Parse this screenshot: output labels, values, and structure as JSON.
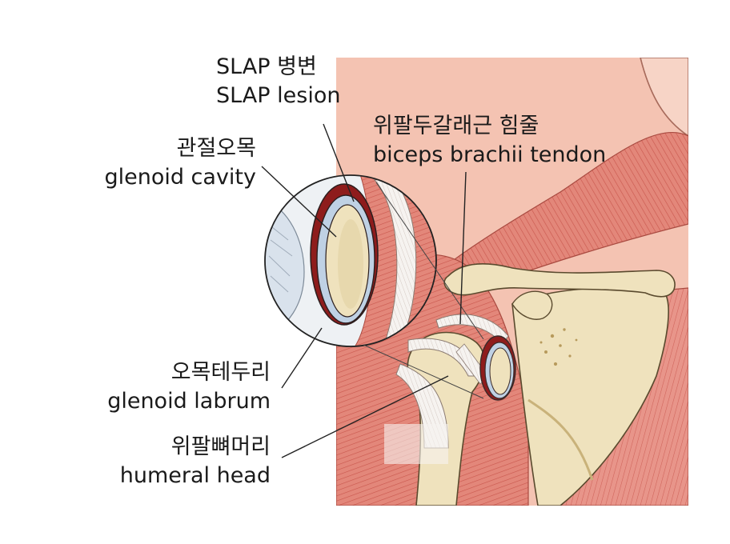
{
  "labels": {
    "slap": {
      "ko": "SLAP 병변",
      "en": "SLAP lesion"
    },
    "glenoid_cavity": {
      "ko": "관절오목",
      "en": "glenoid cavity"
    },
    "biceps_tendon": {
      "ko": "위팔두갈래근 힘줄",
      "en": "biceps brachii tendon"
    },
    "glenoid_labrum": {
      "ko": "오목테두리",
      "en": "glenoid labrum"
    },
    "humeral_head": {
      "ko": "위팔뼈머리",
      "en": "humeral head"
    }
  },
  "colors": {
    "skin": "#f4c3b2",
    "muscle": "#e3877a",
    "muscle_dark": "#c9564c",
    "bone": "#efe2bd",
    "bone_shade": "#d9c897",
    "cartilage": "#bfd1e4",
    "lesion": "#8e1c1c",
    "tendon": "#f3f1ef"
  }
}
